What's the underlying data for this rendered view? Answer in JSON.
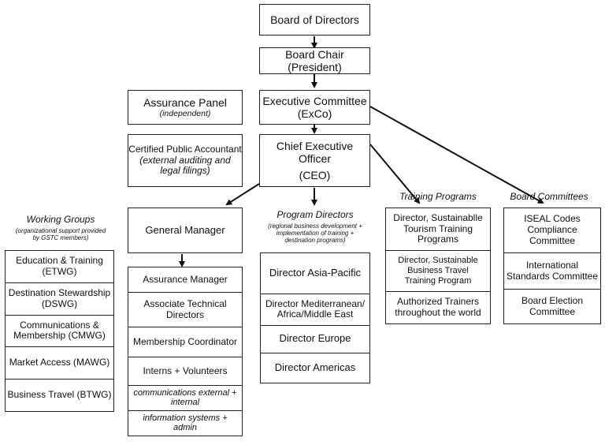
{
  "top": {
    "board": "Board of Directors",
    "chair": "Board Chair (President)",
    "exco_line1": "Executive Committee",
    "exco_line2": "(ExCo)",
    "ceo_line1": "Chief Executive Officer",
    "ceo_line2": "(CEO)"
  },
  "assurance_panel": {
    "title": "Assurance Panel",
    "note": "(independent)"
  },
  "cpa": {
    "title": "Certified Public Accountant",
    "note1": "(external auditing and",
    "note2": "legal filings)"
  },
  "general_manager": "General Manager",
  "working_groups": {
    "title": "Working Groups",
    "subtitle1": "(organizational support provided",
    "subtitle2": "by GSTC members)",
    "items": [
      {
        "l1": "Education & Training",
        "l2": "(ETWG)"
      },
      {
        "l1": "Destination Stewardship",
        "l2": "(DSWG)"
      },
      {
        "l1": "Communications &",
        "l2": "Membership (CMWG)"
      },
      {
        "l1": "Market Access  (MAWG)",
        "l2": ""
      },
      {
        "l1": "Business Travel (BTWG)",
        "l2": ""
      }
    ]
  },
  "gm_staff": {
    "items": [
      {
        "l1": "Assurance Manager",
        "l2": ""
      },
      {
        "l1": "Associate Technical",
        "l2": "Directors"
      },
      {
        "l1": "Membership Coordinator",
        "l2": ""
      },
      {
        "l1": "Interns + Volunteers",
        "l2": ""
      },
      {
        "l1": "communications external +",
        "l2": "internal"
      },
      {
        "l1": "information systems +",
        "l2": "admin"
      }
    ]
  },
  "program_directors": {
    "title": "Program Directors",
    "subtitle1": "(regional business development +",
    "subtitle2": "implementation of training +",
    "subtitle3": "destination programs)",
    "items": [
      {
        "l1": "Director Asia-Pacific",
        "l2": ""
      },
      {
        "l1": "Director Mediterranean/",
        "l2": "Africa/Middle East"
      },
      {
        "l1": "Director Europe",
        "l2": ""
      },
      {
        "l1": "Director Americas",
        "l2": ""
      }
    ]
  },
  "training_programs": {
    "title": "Training Programs",
    "items": [
      {
        "l1": "Director, Sustainablle",
        "l2": "Tourism Training",
        "l3": "Programs"
      },
      {
        "l1": "Director, Sustainable",
        "l2": "Business Travel",
        "l3": "Training Program"
      },
      {
        "l1": "Authorized Trainers",
        "l2": "throughout the world",
        "l3": ""
      }
    ]
  },
  "board_committees": {
    "title": "Board Committees",
    "items": [
      {
        "l1": "ISEAL Codes",
        "l2": "Compliance",
        "l3": "Committee"
      },
      {
        "l1": "International",
        "l2": "Standards Committee",
        "l3": ""
      },
      {
        "l1": "Board Election",
        "l2": "Committee",
        "l3": ""
      }
    ]
  }
}
